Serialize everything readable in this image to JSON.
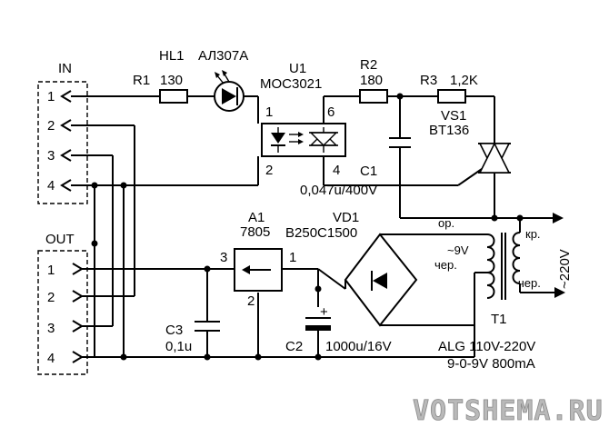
{
  "connectors": {
    "in_label": "IN",
    "out_label": "OUT",
    "in_pins": [
      "1",
      "2",
      "3",
      "4"
    ],
    "out_pins": [
      "1",
      "2",
      "3",
      "4"
    ]
  },
  "components": {
    "r1": {
      "ref": "R1",
      "value": "130"
    },
    "hl1": {
      "ref": "HL1",
      "value": "АЛ307А"
    },
    "u1": {
      "ref": "U1",
      "value": "MOC3021",
      "pins": [
        "1",
        "2",
        "6",
        "4"
      ]
    },
    "r2": {
      "ref": "R2",
      "value": "180"
    },
    "r3": {
      "ref": "R3",
      "value": "1,2K"
    },
    "vs1": {
      "ref": "VS1",
      "value": "BT136"
    },
    "c1": {
      "ref": "C1",
      "value": "0,047u/400V"
    },
    "a1": {
      "ref": "A1",
      "value": "7805",
      "pins": [
        "3",
        "1",
        "2"
      ]
    },
    "vd1": {
      "ref": "VD1",
      "value": "B250C1500"
    },
    "c3": {
      "ref": "C3",
      "value": "0,1u"
    },
    "c2": {
      "ref": "C2",
      "value": "1000u/16V",
      "polarity": "+"
    },
    "t1": {
      "ref": "T1",
      "model": "ALG 110V-220V",
      "rating": "9-0-9V 800mA",
      "sec_top": "ор.",
      "sec_mid": "~9V",
      "sec_bot": "чер.",
      "pri_top": "кр.",
      "pri_bot": "чер.",
      "mains": "~220V"
    }
  },
  "watermark": "VOTSHEMA.RU"
}
